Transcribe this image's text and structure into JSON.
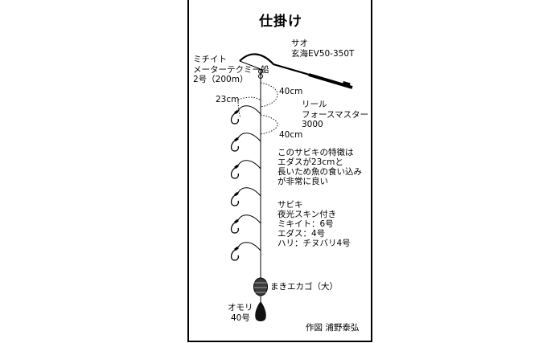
{
  "title": "仕掛け",
  "rod": {
    "label": "サオ",
    "model": "玄海EV50-350T"
  },
  "mainline": {
    "label": "ミチイト",
    "spec": "メーターテクミー船",
    "size": "2号（200m）"
  },
  "reel": {
    "label": "リール",
    "model": "フォースマスター",
    "size": "3000"
  },
  "measurements": {
    "loop_top": "40cm",
    "branch": "23cm",
    "loop_bottom": "40cm"
  },
  "feature_note": [
    "このサビキの特徴は",
    "エダスが23cmと",
    "長いため魚の食い込み",
    "が非常に良い"
  ],
  "sabiki": [
    "サビキ",
    "夜光スキン付き",
    "ミキイト：6号",
    "エダス：4号",
    "ハリ：チヌバリ4号"
  ],
  "feeder": "まきエカゴ（大）",
  "sinker": {
    "label": "オモリ",
    "size": "40号"
  },
  "credit": "作図 浦野泰弘"
}
